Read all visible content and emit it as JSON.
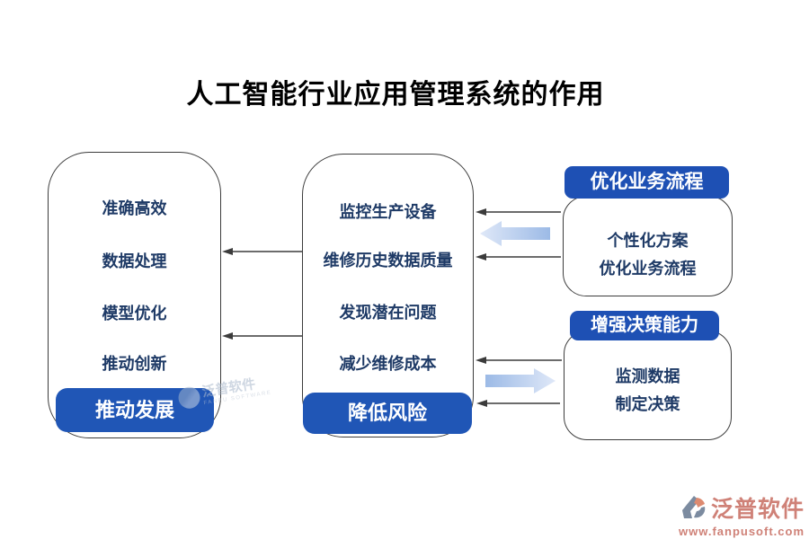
{
  "title": "人工智能行业应用管理系统的作用",
  "left_box": {
    "items": [
      "准确高效",
      "数据处理",
      "模型优化",
      "推动创新"
    ],
    "button": "推动发展"
  },
  "middle_box": {
    "items": [
      "监控生产设备",
      "维修历史数据质量",
      "发现潜在问题",
      "减少维修成本"
    ],
    "button": "降低风险"
  },
  "right_groups": [
    {
      "header": "优化业务流程",
      "lines": [
        "个性化方案",
        "优化业务流程"
      ]
    },
    {
      "header": "增强决策能力",
      "lines": [
        "监测数据",
        "制定决策"
      ]
    }
  ],
  "watermark": {
    "logo_text": "泛普软件",
    "logo_sub": "FANPU SOFTWARE"
  },
  "footer_logo": {
    "name": "泛普软件",
    "url": "www.fanpusoft.com"
  },
  "colors": {
    "button_blue": "#2056b6",
    "header_blue": "#1e50b4",
    "item_text_navy": "#1e3a66",
    "arrow_gradient_light": "#dfe8f8",
    "arrow_gradient_dark": "#9cbae6",
    "thin_arrow": "#3b3b3b",
    "footer_text": "#cf8177",
    "logo_gray": "#7c8ba0",
    "logo_salmon": "#dd8a70"
  }
}
